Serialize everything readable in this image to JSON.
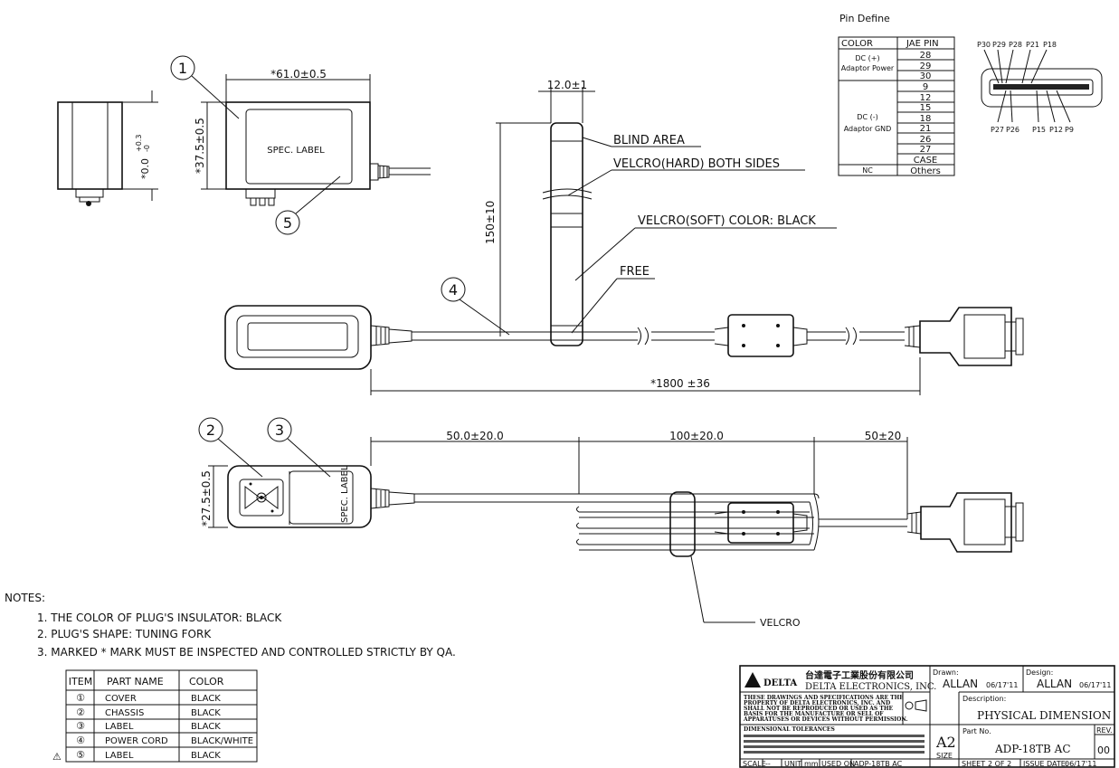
{
  "pin_define": {
    "title": "Pin Define",
    "headers": [
      "COLOR",
      "JAE PIN"
    ],
    "groups": [
      {
        "color": [
          "DC (+)",
          "Adaptor Power"
        ],
        "pins": [
          "28",
          "29",
          "30"
        ]
      },
      {
        "color": [
          "DC (-)",
          "Adaptor GND"
        ],
        "pins": [
          "9",
          "12",
          "15",
          "18",
          "21",
          "26",
          "27",
          "CASE"
        ]
      },
      {
        "color": [
          "NC"
        ],
        "pins": [
          "Others"
        ]
      }
    ]
  },
  "connector_pins": {
    "top": [
      "P30",
      "P29",
      "P28",
      "P21",
      "P18"
    ],
    "bottom": [
      "P27",
      "P26",
      "P15",
      "P12",
      "P9"
    ]
  },
  "dimensions": {
    "width": "*61.0±0.5",
    "height": "*37.5±0.5",
    "side_offset_main": "*0.0",
    "side_offset_tol": "+0.3",
    "side_offset_tol2": "-0",
    "velcro_width": "12.0±1",
    "velcro_length": "150±10",
    "cord_length": "*1800  ±36",
    "seg1": "50.0±20.0",
    "seg2": "100±20.0",
    "seg3": "50±20",
    "thickness": "*27.5±0.5"
  },
  "callouts": {
    "blind_area": "BLIND AREA",
    "velcro_hard": "VELCRO(HARD) BOTH SIDES",
    "velcro_soft": "VELCRO(SOFT) COLOR: BLACK",
    "free": "FREE",
    "velcro": "VELCRO",
    "spec_label": "SPEC. LABEL"
  },
  "balloons": [
    "1",
    "2",
    "3",
    "4",
    "5"
  ],
  "notes": {
    "title": "NOTES:",
    "items": [
      "1. THE COLOR OF PLUG'S INSULATOR: BLACK",
      "2. PLUG'S SHAPE: TUNING FORK",
      "3. MARKED * MARK MUST BE INSPECTED AND CONTROLLED STRICTLY BY QA."
    ]
  },
  "parts_table": {
    "headers": [
      "ITEM",
      "PART NAME",
      "COLOR"
    ],
    "rows": [
      {
        "item": "①",
        "name": "COVER",
        "color": "BLACK"
      },
      {
        "item": "②",
        "name": "CHASSIS",
        "color": "BLACK"
      },
      {
        "item": "③",
        "name": "LABEL",
        "color": "BLACK"
      },
      {
        "item": "④",
        "name": "POWER CORD",
        "color": "BLACK/WHITE"
      },
      {
        "item": "⑤",
        "name": "LABEL",
        "color": "BLACK"
      }
    ],
    "revision_mark": "⚠"
  },
  "title_block": {
    "company_cn": "台達電子工業股份有限公司",
    "company_en": "DELTA ELECTRONICS, INC.",
    "logo": "DELTA",
    "disclaimer": [
      "THESE DRAWINGS AND SPECIFICATIONS ARE THE",
      "PROPERTY OF DELTA ELECTRONICS, INC. AND",
      "SHALL NOT BE REPRODUCED OR USED AS THE",
      "BASIS FOR THE MANUFACTURE OR SELL OF",
      "APPARATUSES OR DEVICES WITHOUT PERMISSION."
    ],
    "tolerances_label": "DIMENSIONAL TOLERANCES",
    "drawn_label": "Drawn:",
    "drawn_by": "ALLAN",
    "drawn_date": "06/17'11",
    "design_label": "Design:",
    "design_by": "ALLAN",
    "design_date": "06/17'11",
    "description_label": "Description:",
    "description": "PHYSICAL  DIMENSION",
    "part_no_label": "Part No.",
    "part_no": "ADP-18TB  AC",
    "rev_label": "REV.",
    "rev": "00",
    "size_code": "A2",
    "size_label": "SIZE",
    "scale_label": "SCALE",
    "scale": "--",
    "unit_label": "UNIT",
    "unit": "mm",
    "used_on_label": "USED ON",
    "used_on": "ADP-18TB  AC",
    "sheet_label": "SHEET",
    "sheet": "2 OF 2",
    "issue_label": "ISSUE DATE:",
    "issue_date": "06/17'11"
  }
}
